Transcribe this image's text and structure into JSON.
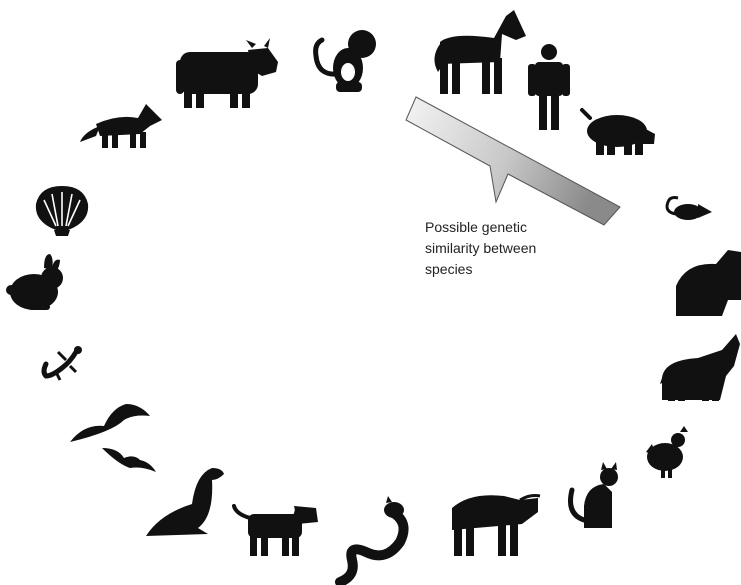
{
  "caption": {
    "lines": [
      "Possible genetic",
      "similarity between",
      "species"
    ]
  },
  "colors": {
    "silhouette": "#111111",
    "callout_light": "#f2f2f2",
    "callout_dark": "#8c8c8c",
    "callout_border": "#555555",
    "text": "#222222"
  },
  "animals": [
    "cow-icon",
    "monkey-icon",
    "horse-icon",
    "human-icon",
    "pig-icon",
    "rat-icon",
    "gorilla-icon",
    "wolf-icon",
    "chicken-icon",
    "cat-icon",
    "bull-icon",
    "snake-icon",
    "dog-icon",
    "sea-lion-icon",
    "bats-icon",
    "lizard-icon",
    "rabbit-icon",
    "scallop-icon",
    "fox-icon"
  ]
}
